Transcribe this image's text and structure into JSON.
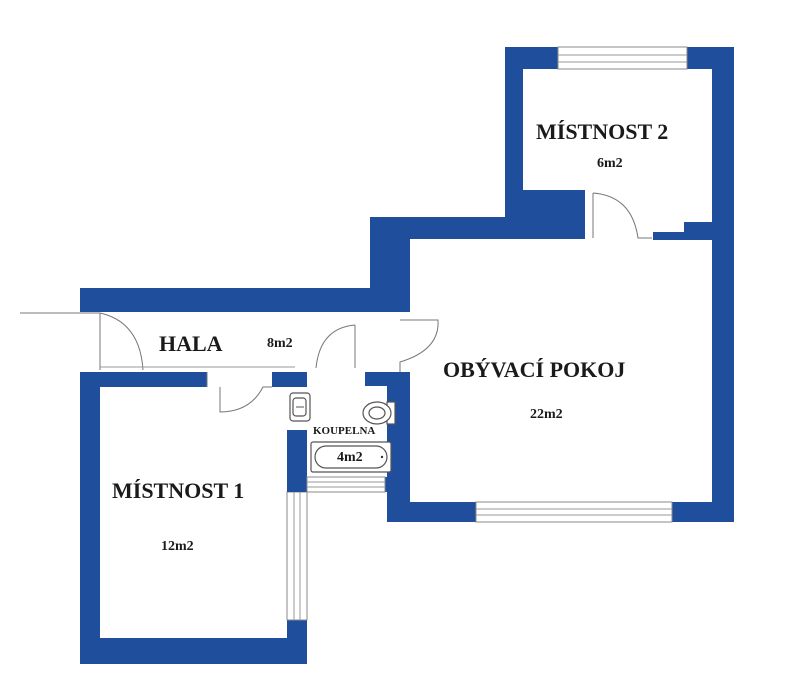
{
  "floor_plan": {
    "wall_color": "#1f4f9c",
    "rooms": [
      {
        "id": "mistnost-2",
        "name": "MÍSTNOST 2",
        "area": "6m2"
      },
      {
        "id": "hala",
        "name": "HALA",
        "area": "8m2"
      },
      {
        "id": "obyvaci-pokoj",
        "name": "OBÝVACÍ POKOJ",
        "area": "22m2"
      },
      {
        "id": "koupelna",
        "name": "KOUPELNA",
        "area": "4m2"
      },
      {
        "id": "mistnost-1",
        "name": "MÍSTNOST 1",
        "area": "12m2"
      }
    ]
  }
}
